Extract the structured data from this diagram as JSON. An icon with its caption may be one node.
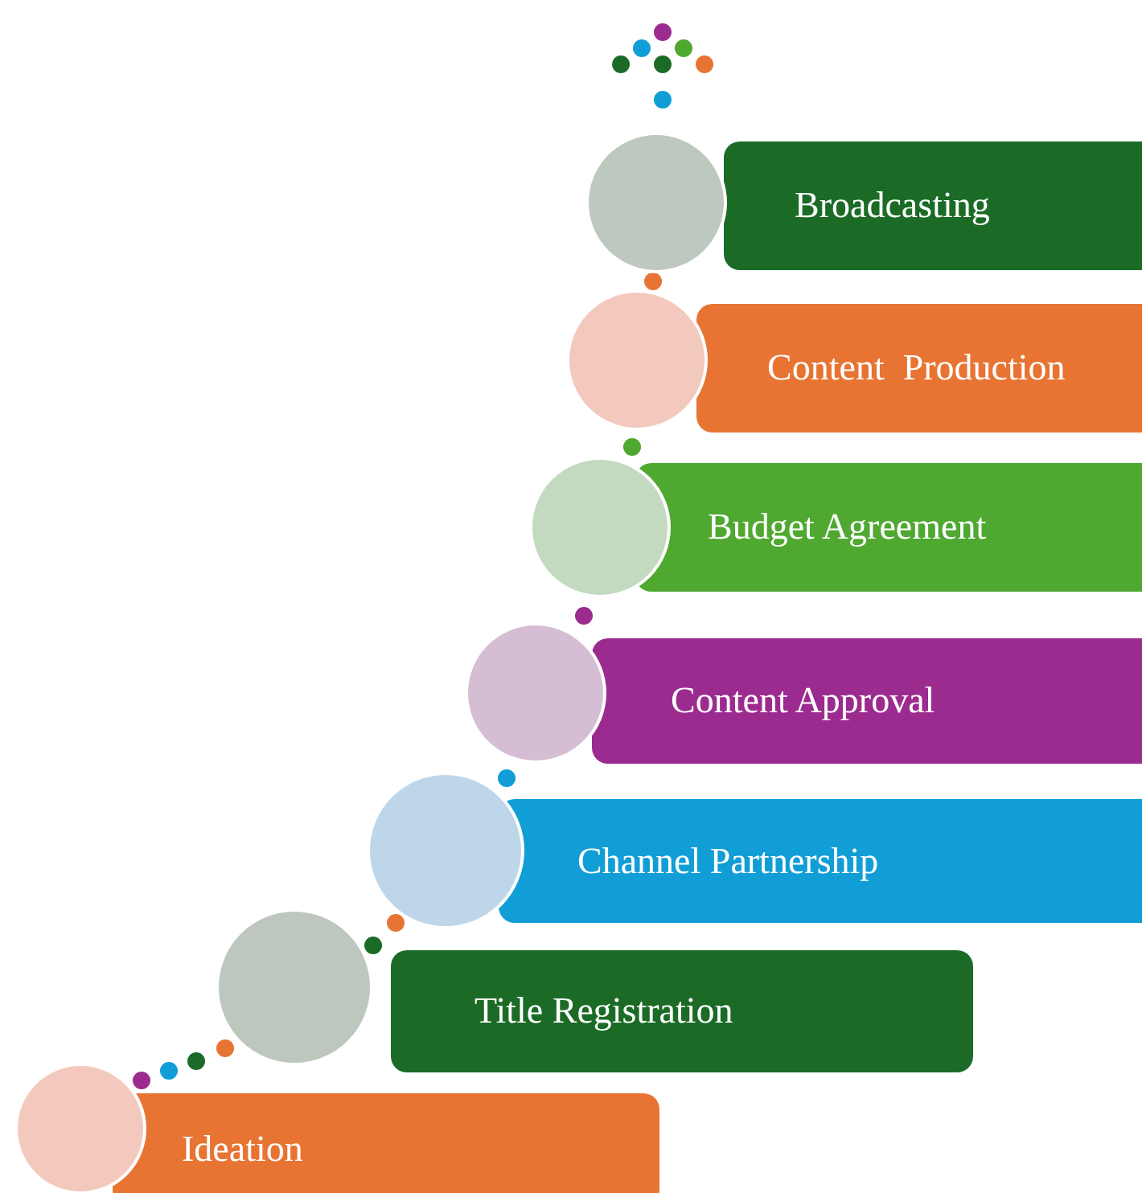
{
  "diagram": {
    "nodes": [
      {
        "text": [
          "Broadcasting"
        ]
      },
      {
        "text": [
          "Content  Production"
        ]
      },
      {
        "text": [
          "Budget Agreement"
        ]
      },
      {
        "text": [
          "Content Approval"
        ]
      },
      {
        "text": [
          "Channel Partnership"
        ]
      },
      {
        "text": [
          "Title Registration"
        ]
      },
      {
        "text": [
          "Ideation"
        ]
      },
      {
        "text": [],
        "shape": "circle"
      },
      {
        "text": [],
        "shape": "circle"
      },
      {
        "text": [],
        "shape": "circle"
      },
      {
        "text": [],
        "shape": "circle"
      },
      {
        "text": [],
        "shape": "circle"
      },
      {
        "text": [],
        "shape": "circle"
      },
      {
        "text": [],
        "shape": "circle"
      }
    ]
  }
}
